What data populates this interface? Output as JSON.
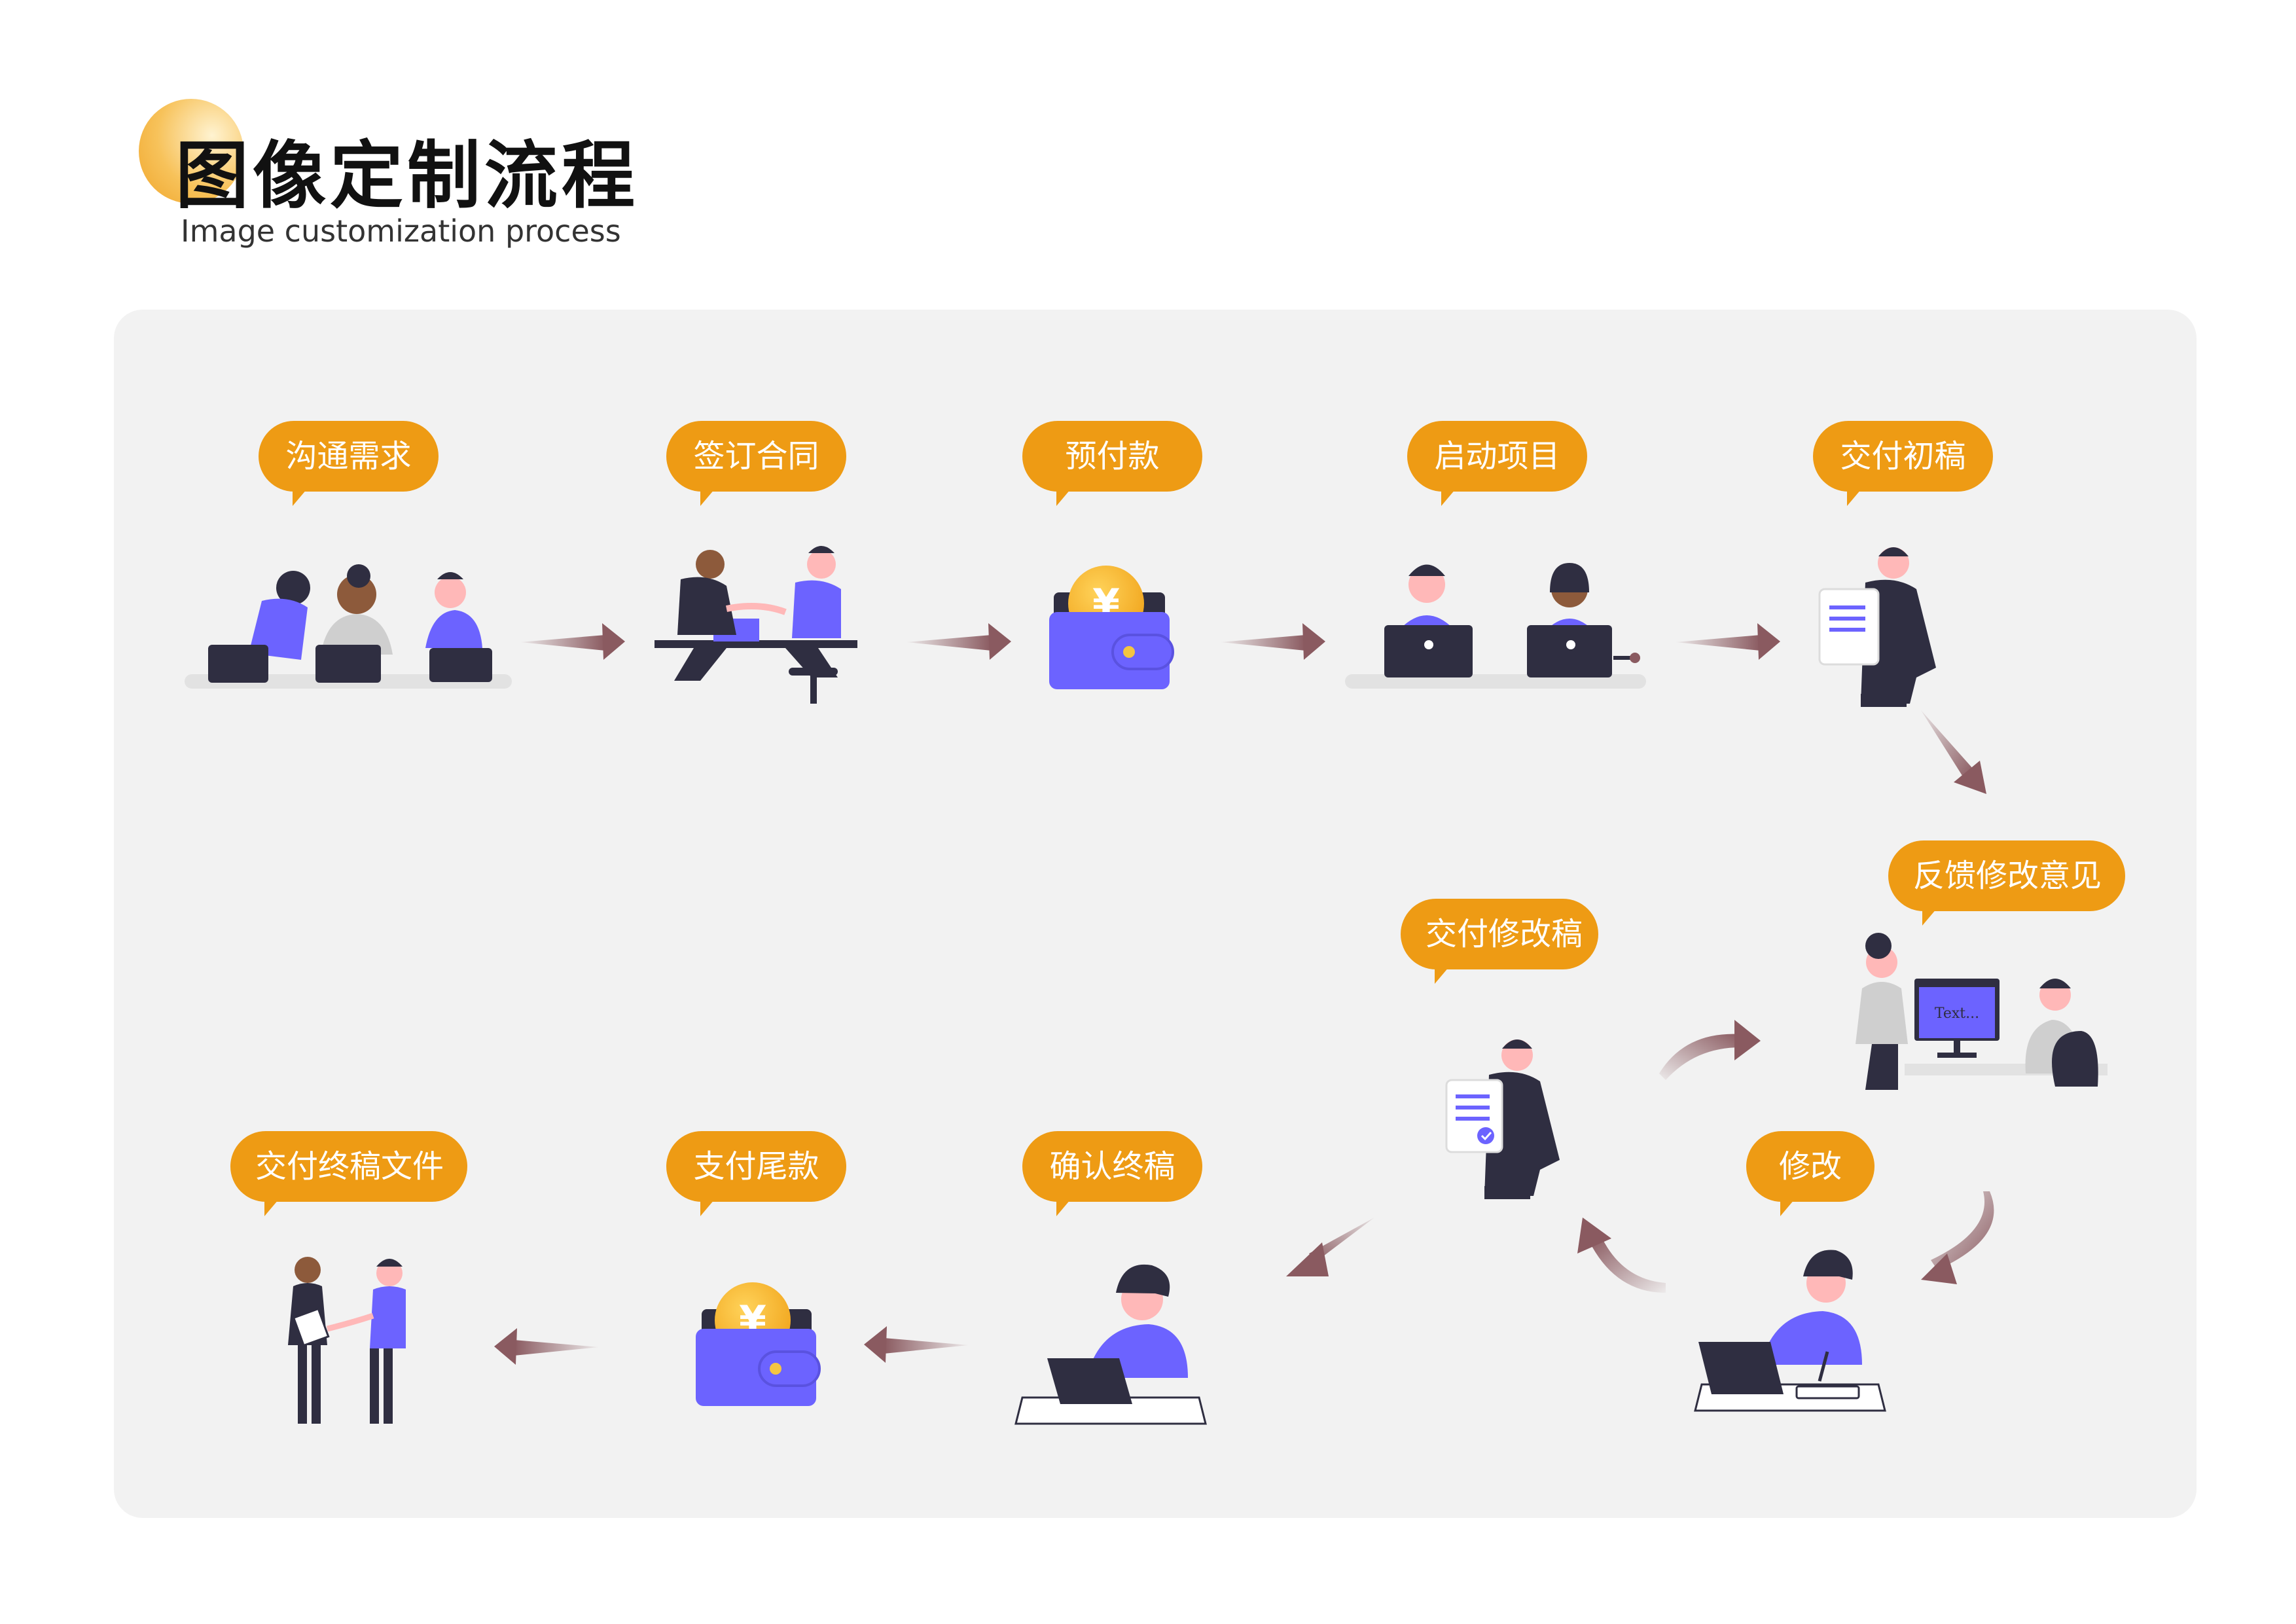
{
  "header": {
    "title": "图像定制流程",
    "subtitle": "Image customization process"
  },
  "steps": [
    {
      "label": "沟通需求"
    },
    {
      "label": "签订合同"
    },
    {
      "label": "预付款"
    },
    {
      "label": "启动项目"
    },
    {
      "label": "交付初稿"
    },
    {
      "label": "反馈修改意见"
    },
    {
      "label": "修改"
    },
    {
      "label": "交付修改稿"
    },
    {
      "label": "确认终稿"
    },
    {
      "label": "支付尾款"
    },
    {
      "label": "交付终稿文件"
    }
  ],
  "screen_text": "Text...",
  "currency_symbol": "¥",
  "colors": {
    "bubble": "#ee9b14",
    "accent": "#6c63ff",
    "dark": "#2f2e41",
    "arrow": "#8a5a60",
    "panel": "#f2f2f2"
  }
}
